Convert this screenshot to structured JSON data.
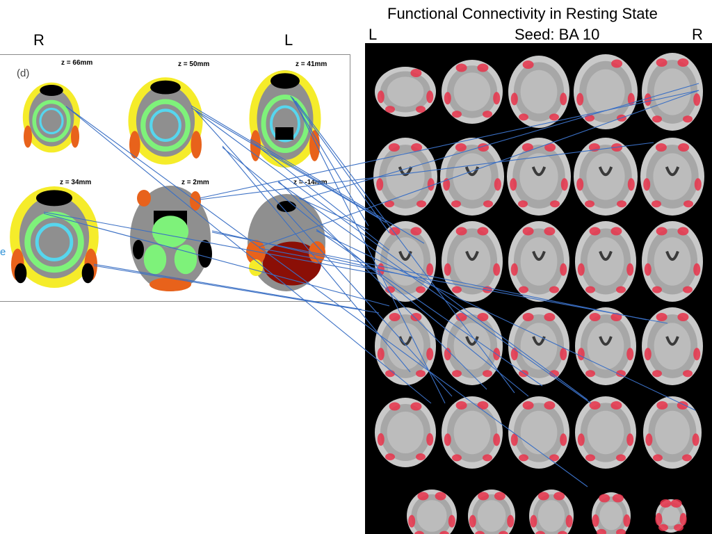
{
  "header": {
    "title": "Functional Connectivity in Resting State",
    "seed_label": "Seed: BA 10"
  },
  "left_panel": {
    "side_left": "R",
    "side_right": "L",
    "panel_letter": "(d)",
    "stray_letter": "e",
    "slices": [
      {
        "z_label": "z = 66mm"
      },
      {
        "z_label": "z = 50mm"
      },
      {
        "z_label": "z = 41mm"
      },
      {
        "z_label": "z = 34mm"
      },
      {
        "z_label": "z = 2mm"
      },
      {
        "z_label": "z = -14mm"
      }
    ]
  },
  "right_panel": {
    "side_left": "L",
    "side_right": "R",
    "rows": [
      5,
      5,
      5,
      5,
      5,
      5
    ]
  },
  "colors": {
    "right_background": "#000000",
    "connector_line": "#3a6fc4",
    "activation": "#e8334a",
    "atlas_yellow": "#f5ec2a",
    "atlas_green": "#7ef27a",
    "atlas_cyan": "#56d6ee",
    "atlas_orange": "#e8621b",
    "atlas_darkred": "#8b0f06",
    "atlas_black": "#000000"
  }
}
